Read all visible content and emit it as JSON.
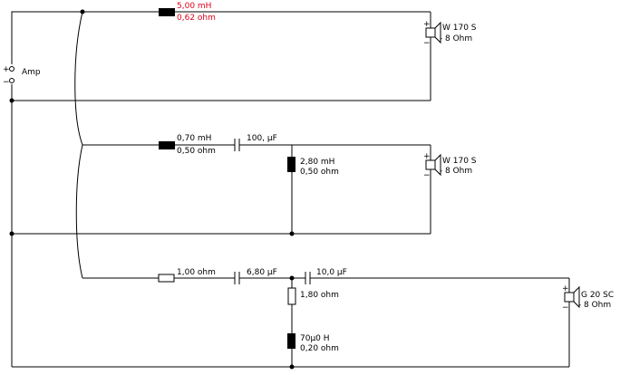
{
  "amp": {
    "label": "Amp",
    "plus": "+",
    "minus": "−"
  },
  "branch1": {
    "inductor_value": "5,00 mH",
    "inductor_resistance": "0,62 ohm",
    "speaker_name": "W 170 S",
    "speaker_impedance": "8 Ohm",
    "speaker_plus": "+",
    "speaker_minus": "−"
  },
  "branch2": {
    "series_inductor_value": "0,70 mH",
    "series_inductor_resistance": "0,50 ohm",
    "capacitor_value": "100, µF",
    "shunt_inductor_value": "2,80 mH",
    "shunt_inductor_resistance": "0,50 ohm",
    "speaker_name": "W 170 S",
    "speaker_impedance": "8 Ohm",
    "speaker_plus": "+",
    "speaker_minus": "−"
  },
  "branch3": {
    "series_resistor_value": "1,00 ohm",
    "capacitor1_value": "6,80 µF",
    "capacitor2_value": "10,0 µF",
    "shunt_resistor_value": "1,80 ohm",
    "shunt_inductor_value": "70µ0 H",
    "shunt_inductor_resistance": "0,20 ohm",
    "speaker_name": "G 20 SC",
    "speaker_impedance": "8 Ohm",
    "speaker_plus": "+",
    "speaker_minus": "−"
  },
  "colors": {
    "highlight": "#e0001a",
    "wire": "#000000"
  }
}
